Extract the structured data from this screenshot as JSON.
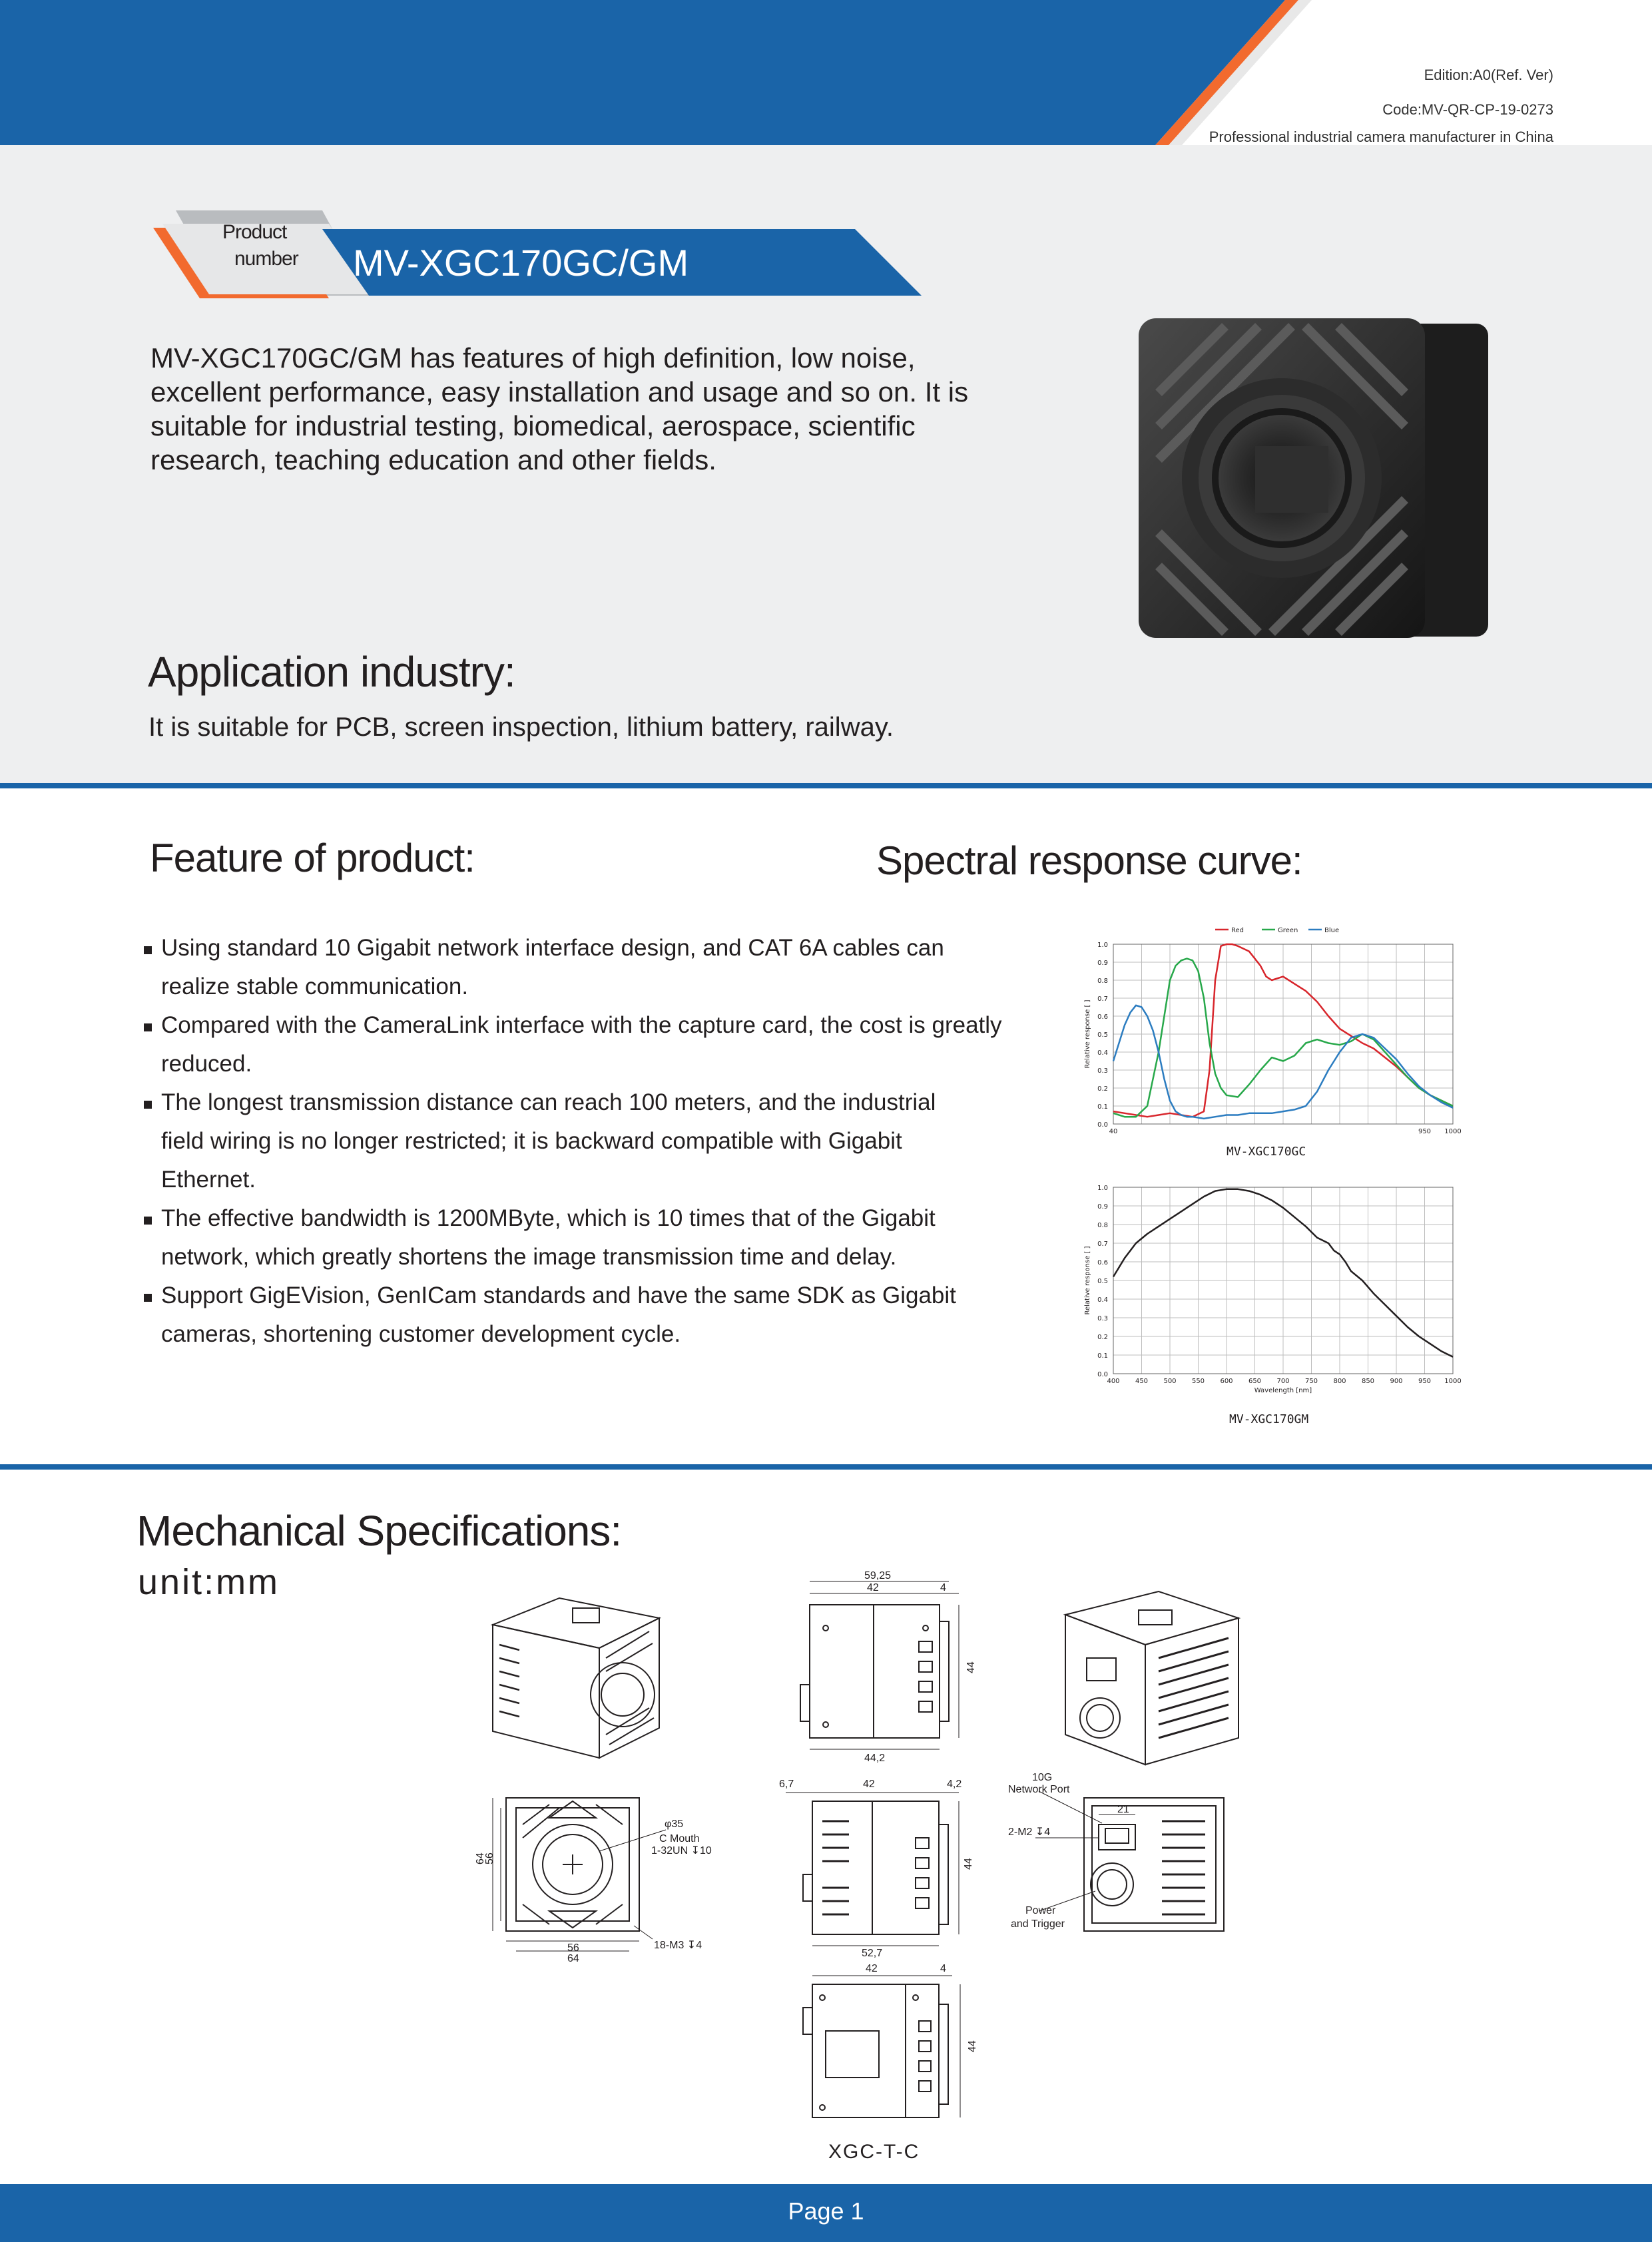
{
  "header": {
    "edition": "Edition:A0(Ref. Ver)",
    "code": "Code:MV-QR-CP-19-0273",
    "tagline": "Professional industrial camera manufacturer in China",
    "colors": {
      "blue": "#1a64a8",
      "accent": "#f26a2e"
    }
  },
  "product_tag": {
    "label_line1": "Product",
    "label_line2": "number",
    "model": "MV-XGC170GC/GM"
  },
  "intro": {
    "lines": [
      "MV-XGC170GC/GM has features of high definition, low noise,",
      "excellent performance, easy installation and usage and so on. It is",
      "suitable for industrial testing, biomedical, aerospace, scientific",
      "research, teaching education and other fields."
    ]
  },
  "application": {
    "title": "Application industry:",
    "text": "It is suitable for PCB, screen inspection, lithium battery, railway."
  },
  "features": {
    "title": "Feature of product:",
    "items": [
      {
        "line1": "Using standard 10 Gigabit network interface design, and CAT 6A cables can",
        "line2": "realize stable communication."
      },
      {
        "line1": "Compared with the CameraLink interface with the capture card, the cost is greatly",
        "line2": "reduced."
      },
      {
        "line1": "The longest transmission distance can reach 100 meters, and the industrial",
        "line2": "field wiring is no longer restricted; it is backward compatible with Gigabit",
        "line3": "Ethernet."
      },
      {
        "line1": "The effective bandwidth is 1200MByte, which is 10 times that of the Gigabit",
        "line2": "network, which greatly shortens the image transmission time and delay."
      },
      {
        "line1": "Support GigEVision, GenICam standards and have the same SDK as Gigabit",
        "line2": "cameras, shortening customer development cycle."
      }
    ]
  },
  "spectral": {
    "title": "Spectral response curve:"
  },
  "chart_data": [
    {
      "type": "line",
      "caption": "MV-XGC170GC",
      "ylabel": "Relative response [ ]",
      "xlabel": "",
      "xlim": [
        400,
        1000
      ],
      "ylim": [
        0,
        1.0
      ],
      "x_ticks": [
        40,
        950,
        1000
      ],
      "y_ticks": [
        "0.0",
        "0.1",
        "0.2",
        "0.3",
        "0.4",
        "0.5",
        "0.6",
        "0.7",
        "0.8",
        "0.9",
        "1.0"
      ],
      "grid": true,
      "legend_position": "top",
      "series": [
        {
          "name": "Red",
          "color": "#d8262c",
          "x": [
            400,
            420,
            440,
            460,
            480,
            500,
            520,
            540,
            560,
            570,
            580,
            590,
            600,
            610,
            620,
            640,
            660,
            670,
            680,
            700,
            720,
            740,
            760,
            780,
            800,
            820,
            840,
            860,
            880,
            900,
            920,
            940,
            960,
            980,
            1000
          ],
          "y": [
            0.07,
            0.06,
            0.05,
            0.04,
            0.05,
            0.06,
            0.05,
            0.04,
            0.07,
            0.3,
            0.8,
            0.99,
            1.0,
            1.0,
            0.99,
            0.96,
            0.88,
            0.82,
            0.8,
            0.82,
            0.78,
            0.74,
            0.68,
            0.6,
            0.53,
            0.49,
            0.45,
            0.42,
            0.37,
            0.32,
            0.26,
            0.2,
            0.16,
            0.13,
            0.1
          ]
        },
        {
          "name": "Green",
          "color": "#27a84a",
          "x": [
            400,
            420,
            440,
            460,
            480,
            500,
            510,
            520,
            530,
            540,
            550,
            560,
            570,
            580,
            590,
            600,
            620,
            640,
            660,
            680,
            700,
            720,
            740,
            760,
            780,
            800,
            820,
            840,
            860,
            880,
            900,
            920,
            940,
            960,
            980,
            1000
          ],
          "y": [
            0.06,
            0.04,
            0.04,
            0.1,
            0.4,
            0.8,
            0.88,
            0.91,
            0.92,
            0.91,
            0.85,
            0.7,
            0.45,
            0.28,
            0.2,
            0.16,
            0.15,
            0.22,
            0.3,
            0.37,
            0.35,
            0.38,
            0.45,
            0.47,
            0.45,
            0.44,
            0.46,
            0.5,
            0.47,
            0.4,
            0.33,
            0.26,
            0.2,
            0.16,
            0.13,
            0.1
          ]
        },
        {
          "name": "Blue",
          "color": "#2b7cc0",
          "x": [
            400,
            410,
            420,
            430,
            440,
            450,
            460,
            470,
            480,
            490,
            500,
            510,
            520,
            530,
            540,
            560,
            580,
            600,
            620,
            640,
            660,
            680,
            700,
            720,
            740,
            760,
            780,
            800,
            820,
            840,
            860,
            880,
            900,
            920,
            940,
            960,
            980,
            1000
          ],
          "y": [
            0.35,
            0.45,
            0.55,
            0.62,
            0.66,
            0.65,
            0.6,
            0.52,
            0.4,
            0.25,
            0.13,
            0.07,
            0.05,
            0.04,
            0.04,
            0.03,
            0.04,
            0.05,
            0.05,
            0.06,
            0.06,
            0.06,
            0.07,
            0.08,
            0.1,
            0.18,
            0.3,
            0.4,
            0.48,
            0.5,
            0.48,
            0.42,
            0.36,
            0.28,
            0.21,
            0.16,
            0.12,
            0.09
          ]
        }
      ]
    },
    {
      "type": "line",
      "caption": "MV-XGC170GM",
      "ylabel": "Relative response [ ]",
      "xlabel": "Wavelength [nm]",
      "xlim": [
        400,
        1000
      ],
      "ylim": [
        0,
        1.0
      ],
      "x_ticks": [
        400,
        450,
        500,
        550,
        600,
        650,
        700,
        750,
        800,
        850,
        900,
        950,
        1000
      ],
      "y_ticks": [
        "0.0",
        "0.1",
        "0.2",
        "0.3",
        "0.4",
        "0.5",
        "0.6",
        "0.7",
        "0.8",
        "0.9",
        "1.0"
      ],
      "grid": true,
      "series": [
        {
          "name": "",
          "color": "#231f20",
          "x": [
            400,
            420,
            440,
            460,
            480,
            500,
            520,
            540,
            560,
            580,
            600,
            620,
            640,
            660,
            680,
            700,
            720,
            740,
            760,
            780,
            790,
            800,
            810,
            820,
            840,
            860,
            880,
            900,
            920,
            940,
            960,
            980,
            1000
          ],
          "y": [
            0.52,
            0.62,
            0.7,
            0.75,
            0.79,
            0.83,
            0.87,
            0.91,
            0.95,
            0.98,
            0.99,
            0.99,
            0.98,
            0.96,
            0.93,
            0.89,
            0.84,
            0.79,
            0.73,
            0.7,
            0.66,
            0.64,
            0.6,
            0.55,
            0.5,
            0.43,
            0.37,
            0.31,
            0.25,
            0.2,
            0.16,
            0.12,
            0.09
          ]
        }
      ]
    }
  ],
  "mechanical": {
    "title": "Mechanical Specifications:",
    "unit": "unit:mm",
    "model_code": "XGC-T-C",
    "dims": {
      "top_total": "59,25",
      "top_42": "42",
      "top_4": "4",
      "side_44": "44",
      "bottom_442": "44,2",
      "mid_67": "6,7",
      "mid_42": "42",
      "mid_42b": "4,2",
      "mid_44": "44",
      "mid_527": "52,7",
      "bot_42": "42",
      "bot_4": "4",
      "bot_44": "44",
      "front_64v": "64",
      "front_56v": "56",
      "front_56h": "56",
      "front_64h": "64",
      "front_phi": "φ35",
      "front_mount1": "C Mouth",
      "front_mount2": "1-32UN ↧10",
      "front_holes": "18-M3 ↧4",
      "rear_port1": "10G",
      "rear_port2": "Network Port",
      "rear_21": "21",
      "rear_m2": "2-M2 ↧4",
      "rear_power1": "Power",
      "rear_power2": "and Trigger"
    }
  },
  "footer": {
    "page": "Page 1"
  }
}
